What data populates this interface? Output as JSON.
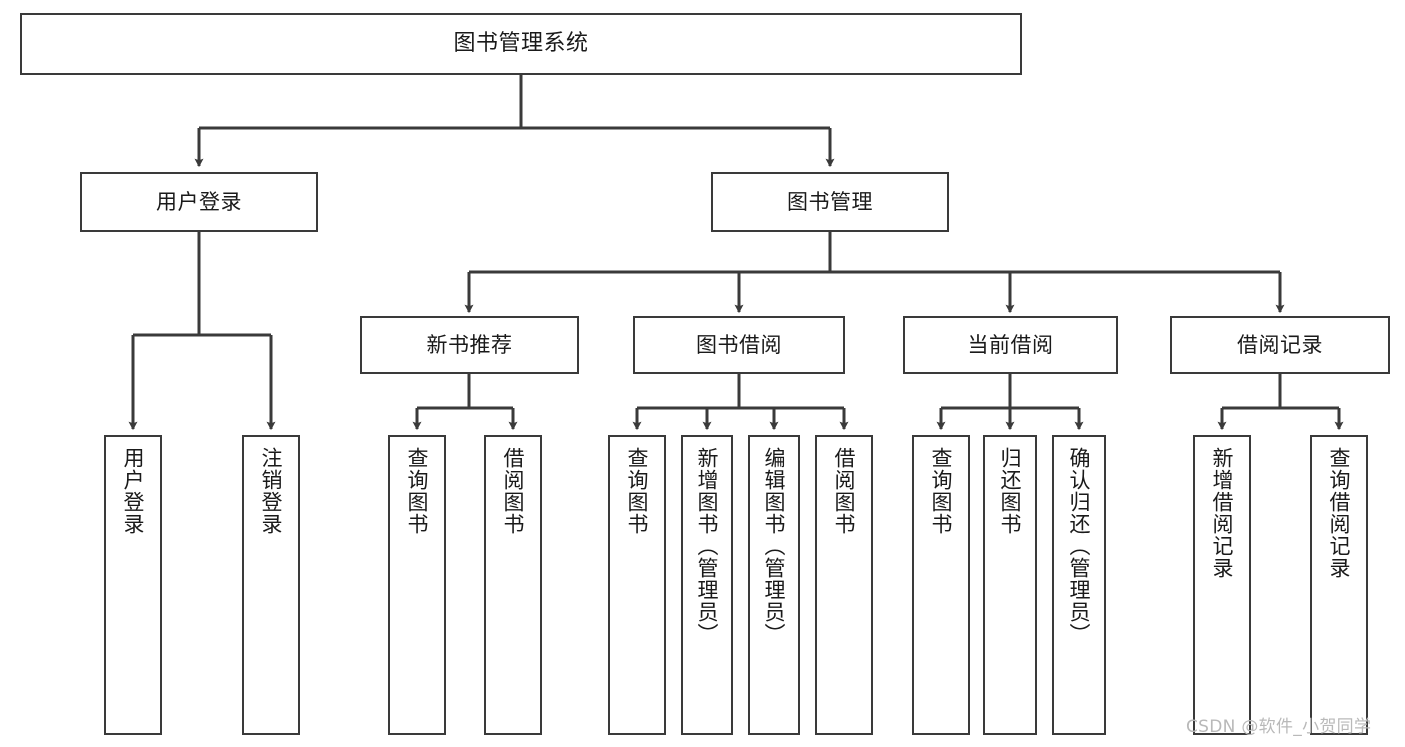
{
  "diagram": {
    "title": "图书管理系统",
    "type": "tree-hierarchy-chart",
    "colors": {
      "border": "#3a3a3a",
      "background": "#ffffff",
      "text": "#1a1a1a",
      "watermark": "#b9b9b9"
    },
    "root": {
      "label": "图书管理系统"
    },
    "level2": [
      {
        "label": "用户登录"
      },
      {
        "label": "图书管理"
      }
    ],
    "level3": [
      {
        "label": "新书推荐"
      },
      {
        "label": "图书借阅"
      },
      {
        "label": "当前借阅"
      },
      {
        "label": "借阅记录"
      }
    ],
    "leaves": {
      "user_login": [
        {
          "label": "用户登录"
        },
        {
          "label": "注销登录"
        }
      ],
      "new_book_recommend": [
        {
          "label": "查询图书"
        },
        {
          "label": "借阅图书"
        }
      ],
      "book_borrow": [
        {
          "label": "查询图书"
        },
        {
          "label": "新增图书（管理员）"
        },
        {
          "label": "编辑图书（管理员）"
        },
        {
          "label": "借阅图书"
        }
      ],
      "current_borrow": [
        {
          "label": "查询图书"
        },
        {
          "label": "归还图书"
        },
        {
          "label": "确认归还（管理员）"
        }
      ],
      "borrow_record": [
        {
          "label": "新增借阅记录"
        },
        {
          "label": "查询借阅记录"
        }
      ]
    },
    "watermark": "CSDN @软件_小贺同学"
  }
}
